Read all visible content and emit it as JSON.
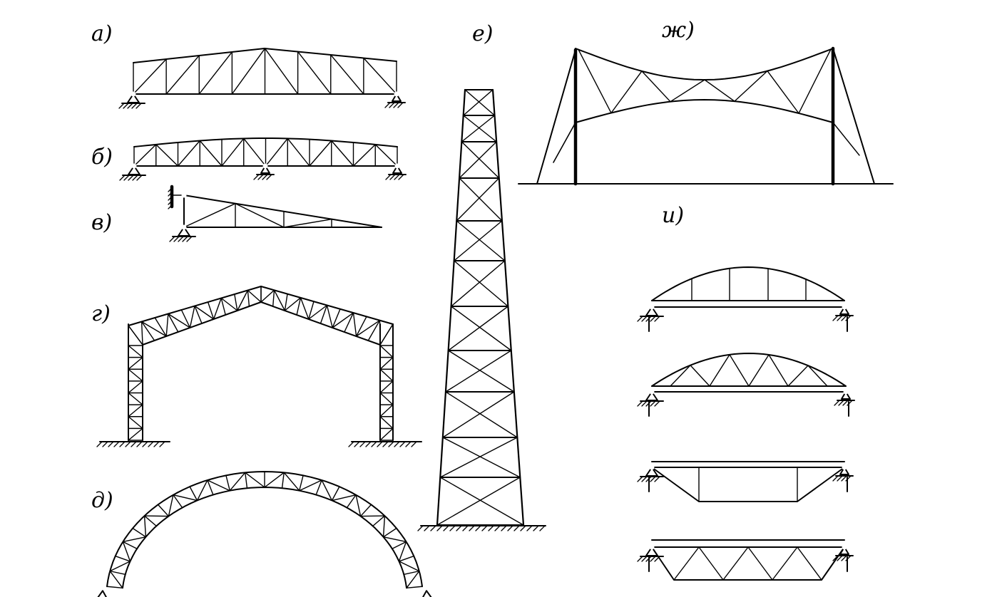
{
  "diagram": {
    "labels": {
      "a": "а)",
      "b": "б)",
      "v": "в)",
      "g": "г)",
      "d": "д)",
      "e": "е)",
      "zh": "ж)",
      "i": "и)"
    },
    "colors": {
      "line": "#000000",
      "background": "#ffffff"
    }
  }
}
